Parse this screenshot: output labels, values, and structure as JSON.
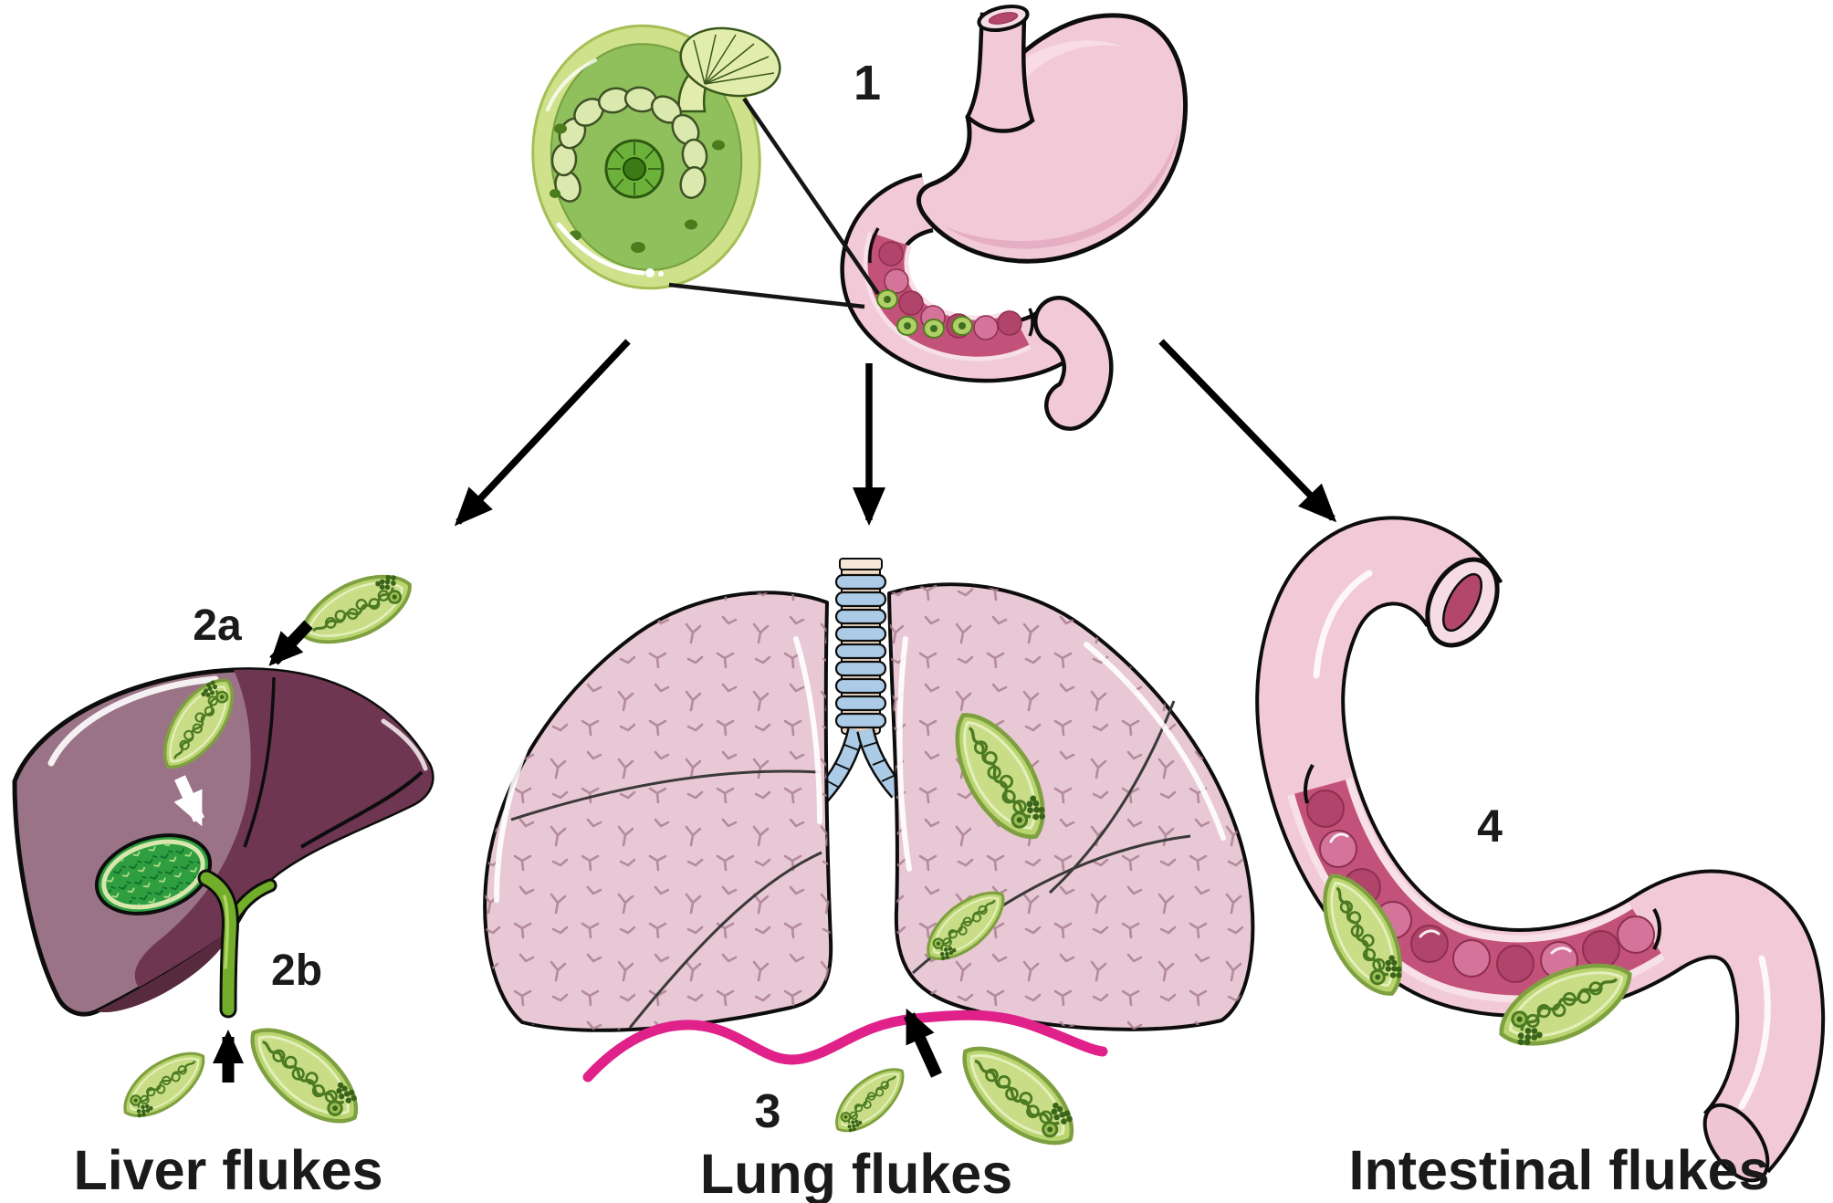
{
  "figure": {
    "background_color": "#ffffff",
    "step_labels": {
      "one": "1",
      "two_a": "2a",
      "two_b": "2b",
      "three": "3",
      "four": "4"
    },
    "captions": {
      "liver": "Liver flukes",
      "lung": "Lung flukes",
      "intestinal": "Intestinal flukes"
    },
    "colors": {
      "label_text": "#1a1a1a",
      "arrow_black": "#000000",
      "arrow_white": "#ffffff",
      "diaphragm_magenta": "#e0218a",
      "cyst_fill": "#8fc05c",
      "cyst_rim": "#cfe18b",
      "fluke_body": "#b9d56f",
      "fluke_organs": "#4c7a22",
      "organ_pink": "#f2c9d6",
      "lumen_dark_pink": "#b2476b",
      "mucosa_crimson": "#c2527a",
      "liver_light": "#9a7386",
      "liver_dark": "#6e3650",
      "gallbladder_green": "#2f9e40",
      "bile_duct_green": "#72ae29",
      "trachea_blue": "#abcbe6",
      "trachea_cartilage_gap": "#f2dcc8",
      "lung_pink": "#e9c8d6"
    },
    "icons": {
      "metacercarial_cyst": "encysted-larva-circle",
      "stomach": "stomach-with-duodenum-cutaway",
      "liver": "liver-with-gallbladder-and-bile-duct",
      "lungs": "lungs-with-trachea",
      "intestine": "intestine-cutaway",
      "fluke": "leaf-shaped-trematode",
      "diaphragm": "wavy-magenta-line"
    }
  }
}
